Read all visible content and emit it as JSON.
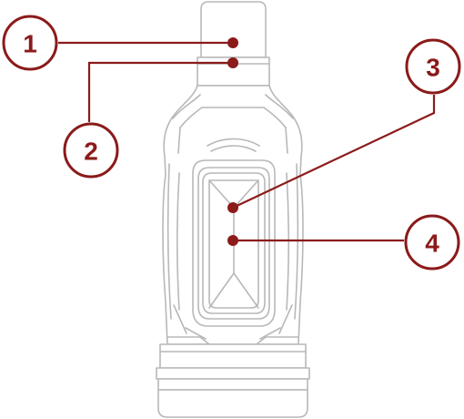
{
  "diagram": {
    "accent_color": "#8b1a1a",
    "outline_color": "#b8b8b8",
    "callouts": [
      {
        "label": "1"
      },
      {
        "label": "2"
      },
      {
        "label": "3"
      },
      {
        "label": "4"
      }
    ]
  }
}
